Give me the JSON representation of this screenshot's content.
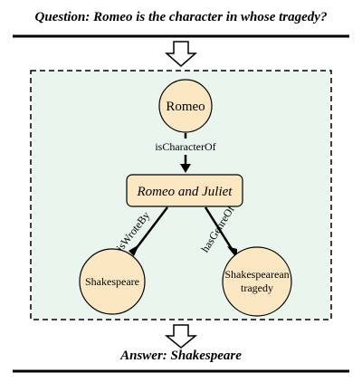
{
  "question": "Question: Romeo is the character in whose tragedy?",
  "answer": "Answer: Shakespeare",
  "nodes": {
    "romeo": "Romeo",
    "romeo_and_juliet": "Romeo and Juliet",
    "shakespeare": "Shakespeare",
    "tragedy_line1": "Shakespearean",
    "tragedy_line2": "tragedy"
  },
  "edges": {
    "is_character_of": "isCharacterOf",
    "is_wrote_by": "isWroteBy",
    "has_genre_of": "hasGenreOf"
  },
  "colors": {
    "panel_bg": "#eaf5ee",
    "node_fill": "#fbe8c3",
    "stroke": "#000000"
  }
}
